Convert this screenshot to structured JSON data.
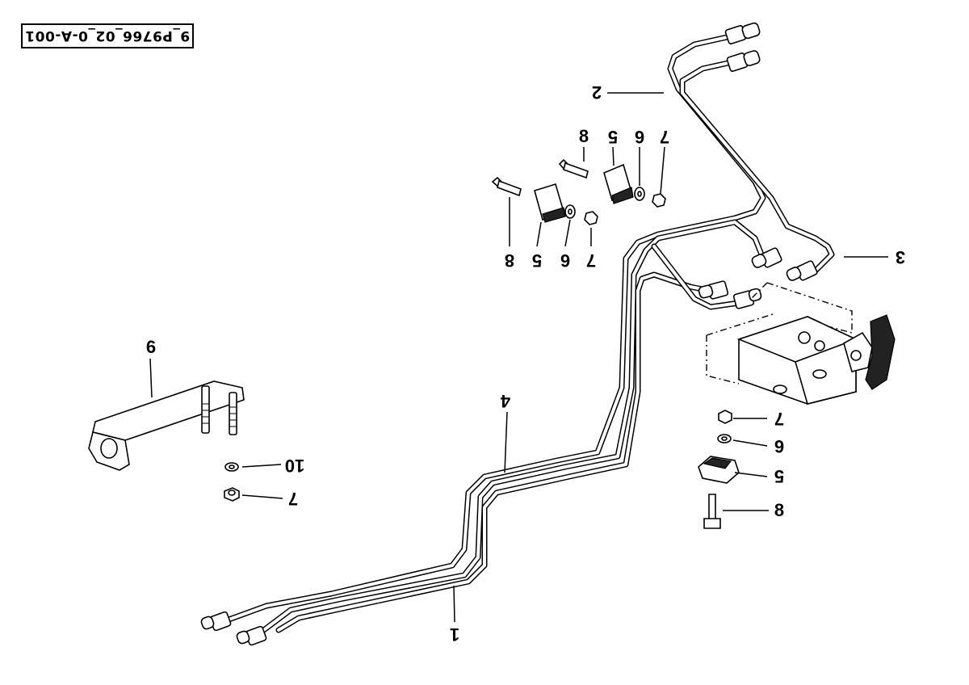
{
  "drawing_ref": "9_P9766_02_0-A-001",
  "callouts": {
    "c1": "1",
    "c2": "2",
    "c3": "3",
    "c4": "4",
    "c5a": "5",
    "c5b": "5",
    "c5c": "5",
    "c6a": "6",
    "c6b": "6",
    "c6c": "6",
    "c6d": "6",
    "c7a": "7",
    "c7b": "7",
    "c7c": "7",
    "c7d": "7",
    "c8a": "8",
    "c8b": "8",
    "c8c": "8",
    "c10": "10"
  }
}
